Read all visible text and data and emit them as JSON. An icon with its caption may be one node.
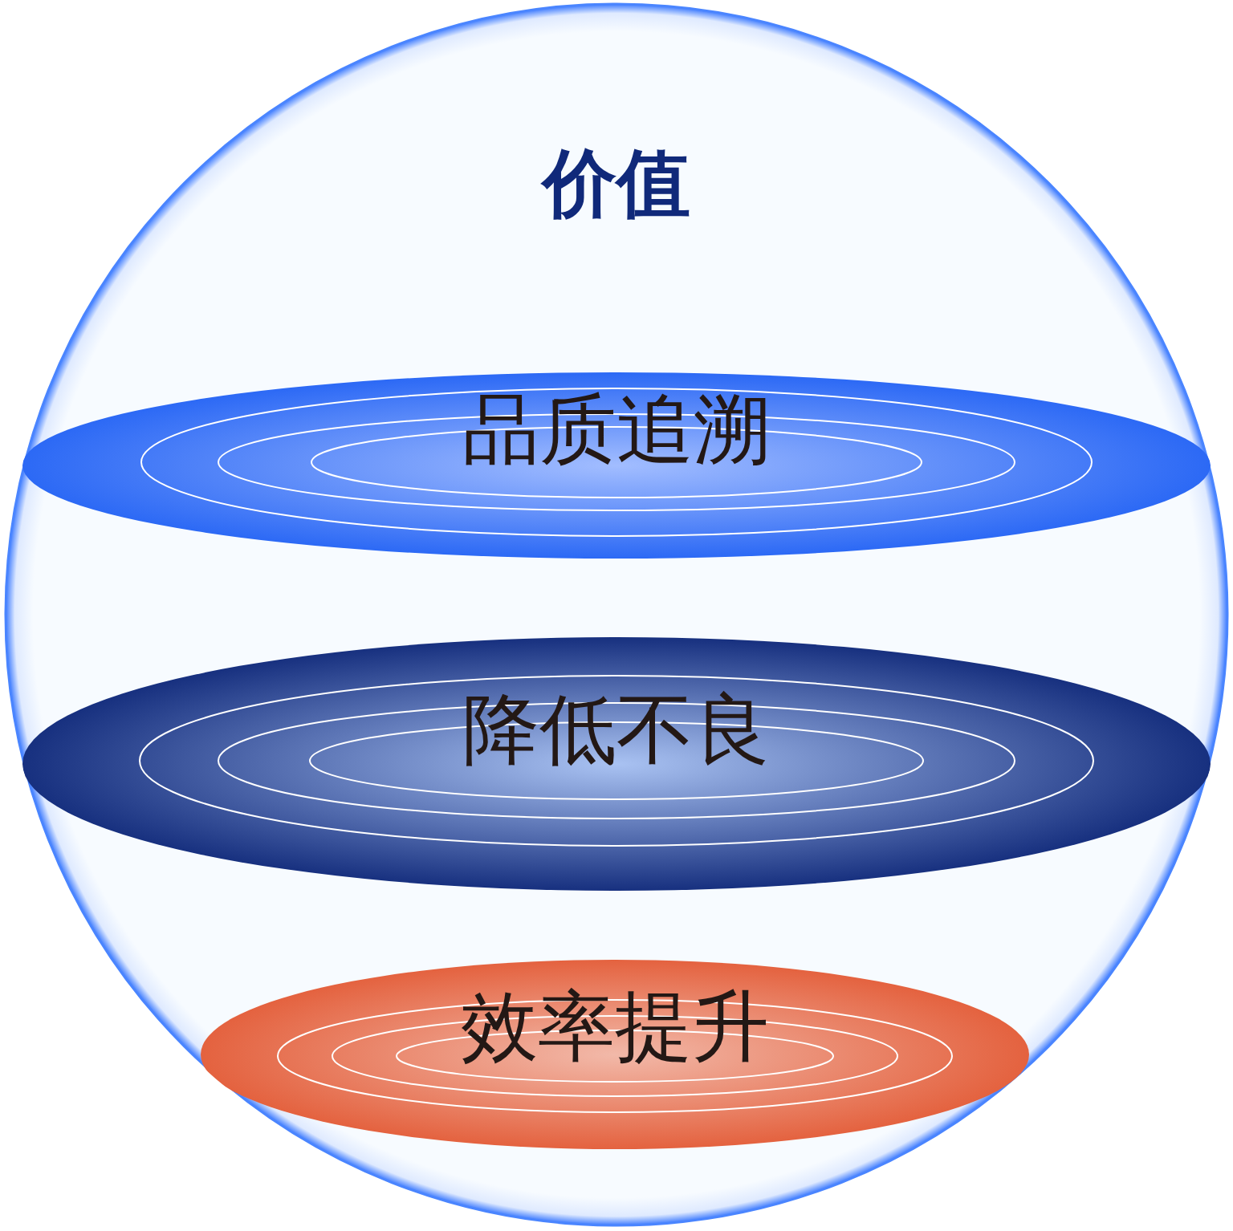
{
  "diagram": {
    "nodes": [
      {
        "text": [
          "价值"
        ]
      },
      {
        "text": [
          "品质追溯"
        ],
        "in": 0
      },
      {
        "text": [
          "降低不良"
        ],
        "in": 0
      },
      {
        "text": [
          "效率提升"
        ],
        "in": 0
      }
    ]
  }
}
